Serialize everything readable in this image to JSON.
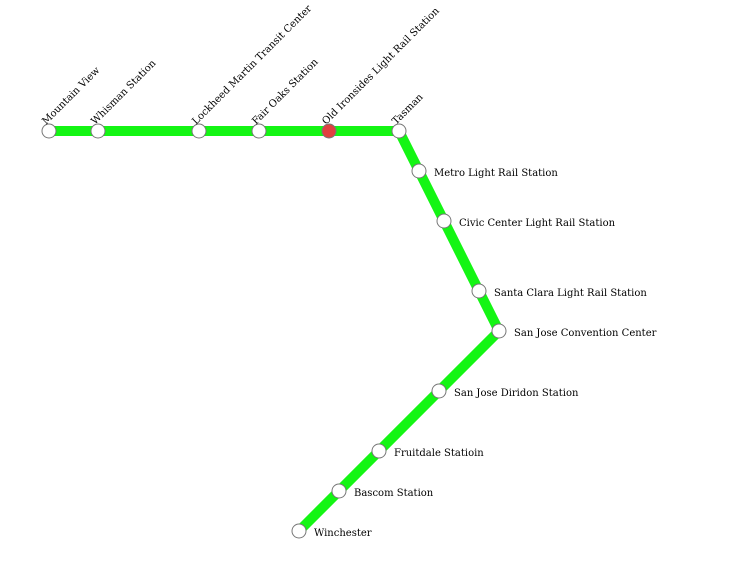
{
  "line_color": "#14f514",
  "stop_fill": "#ffffff",
  "highlight_fill": "#e04040",
  "stations": [
    {
      "name": "Mountain View",
      "highlighted": false
    },
    {
      "name": "Whisman Station",
      "highlighted": false
    },
    {
      "name": "Lockheed Martin Transit Center",
      "highlighted": false
    },
    {
      "name": "Fair Oaks Station",
      "highlighted": false
    },
    {
      "name": "Old Ironsides Light Rail Station",
      "highlighted": true
    },
    {
      "name": "Tasman",
      "highlighted": false
    },
    {
      "name": "Metro Light Rail Station",
      "highlighted": false
    },
    {
      "name": "Civic Center Light Rail Station",
      "highlighted": false
    },
    {
      "name": "Santa Clara Light Rail Station",
      "highlighted": false
    },
    {
      "name": "San Jose Convention Center",
      "highlighted": false
    },
    {
      "name": "San Jose Diridon Station",
      "highlighted": false
    },
    {
      "name": "Fruitdale Statioin",
      "highlighted": false
    },
    {
      "name": "Bascom Station",
      "highlighted": false
    },
    {
      "name": "Winchester",
      "highlighted": false
    }
  ]
}
